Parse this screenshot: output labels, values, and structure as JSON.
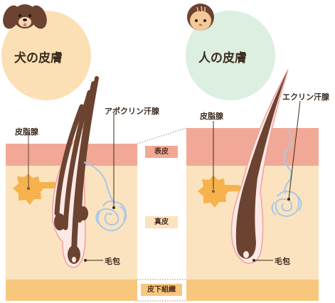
{
  "dog": {
    "title": "犬の皮膚",
    "sebaceous_gland": "皮脂腺",
    "apocrine_gland": "アポクリン汗腺",
    "follicle": "毛包"
  },
  "human": {
    "title": "人の皮膚",
    "sebaceous_gland": "皮脂腺",
    "eccrine_gland": "エクリン汗腺",
    "follicle": "毛包"
  },
  "layers": {
    "epidermis": "表皮",
    "dermis": "真皮",
    "subcutis": "皮下組織"
  },
  "colors": {
    "epidermis": "#f2a896",
    "dermis": "#fbe3bf",
    "subcutis": "#f8c77e",
    "hair": "#6b4330",
    "gland": "#f6b24d",
    "sweat_gland": "#a9c8e8",
    "dog_circle": "#fbe0b5",
    "human_circle": "#dcefe0"
  }
}
